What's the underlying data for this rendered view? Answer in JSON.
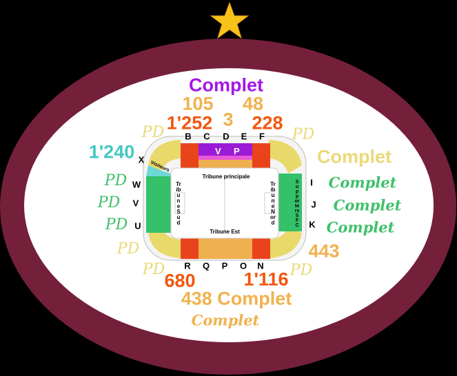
{
  "colors": {
    "maroon": "#74203a",
    "orange": "#f0b24e",
    "red": "#f2560e",
    "purple": "#a516e6",
    "teal": "#44c8c0",
    "green": "#3fc06a",
    "yellow": "#ead978"
  },
  "stadium": {
    "tribune_principale": "Tribune principale",
    "tribune_est": "Tribune Est",
    "tribune_sud": "Tribune Sud",
    "tribune_nord": "Tribune Nord",
    "visiteurs": "Visiteurs",
    "supporters": "Supporters SFC",
    "vip_v": "V",
    "vip_p": "P"
  },
  "sections": {
    "B": "B",
    "C": "C",
    "D": "D",
    "E": "E",
    "F": "F",
    "I": "I",
    "J": "J",
    "K": "K",
    "N": "N",
    "O": "O",
    "P": "P",
    "Q": "Q",
    "R": "R",
    "U": "U",
    "V": "V",
    "W": "W",
    "X": "X"
  },
  "availability": {
    "vip": "Complet",
    "c": "105",
    "e": "48",
    "b": "1'252",
    "d": "3",
    "f": "228",
    "pd_nw": "PD",
    "pd_ne": "PD",
    "x": "1'240",
    "ne_corner": "Complet",
    "w": "PD",
    "v": "PD",
    "u": "PD",
    "i": "Complet",
    "j": "Complet",
    "k": "Complet",
    "pd_sw": "PD",
    "se_corner": "443",
    "pd_sw2": "PD",
    "pd_se2": "PD",
    "r": "680",
    "n": "1'116",
    "east_mid": "438 Complet",
    "east_low": "Complet"
  }
}
